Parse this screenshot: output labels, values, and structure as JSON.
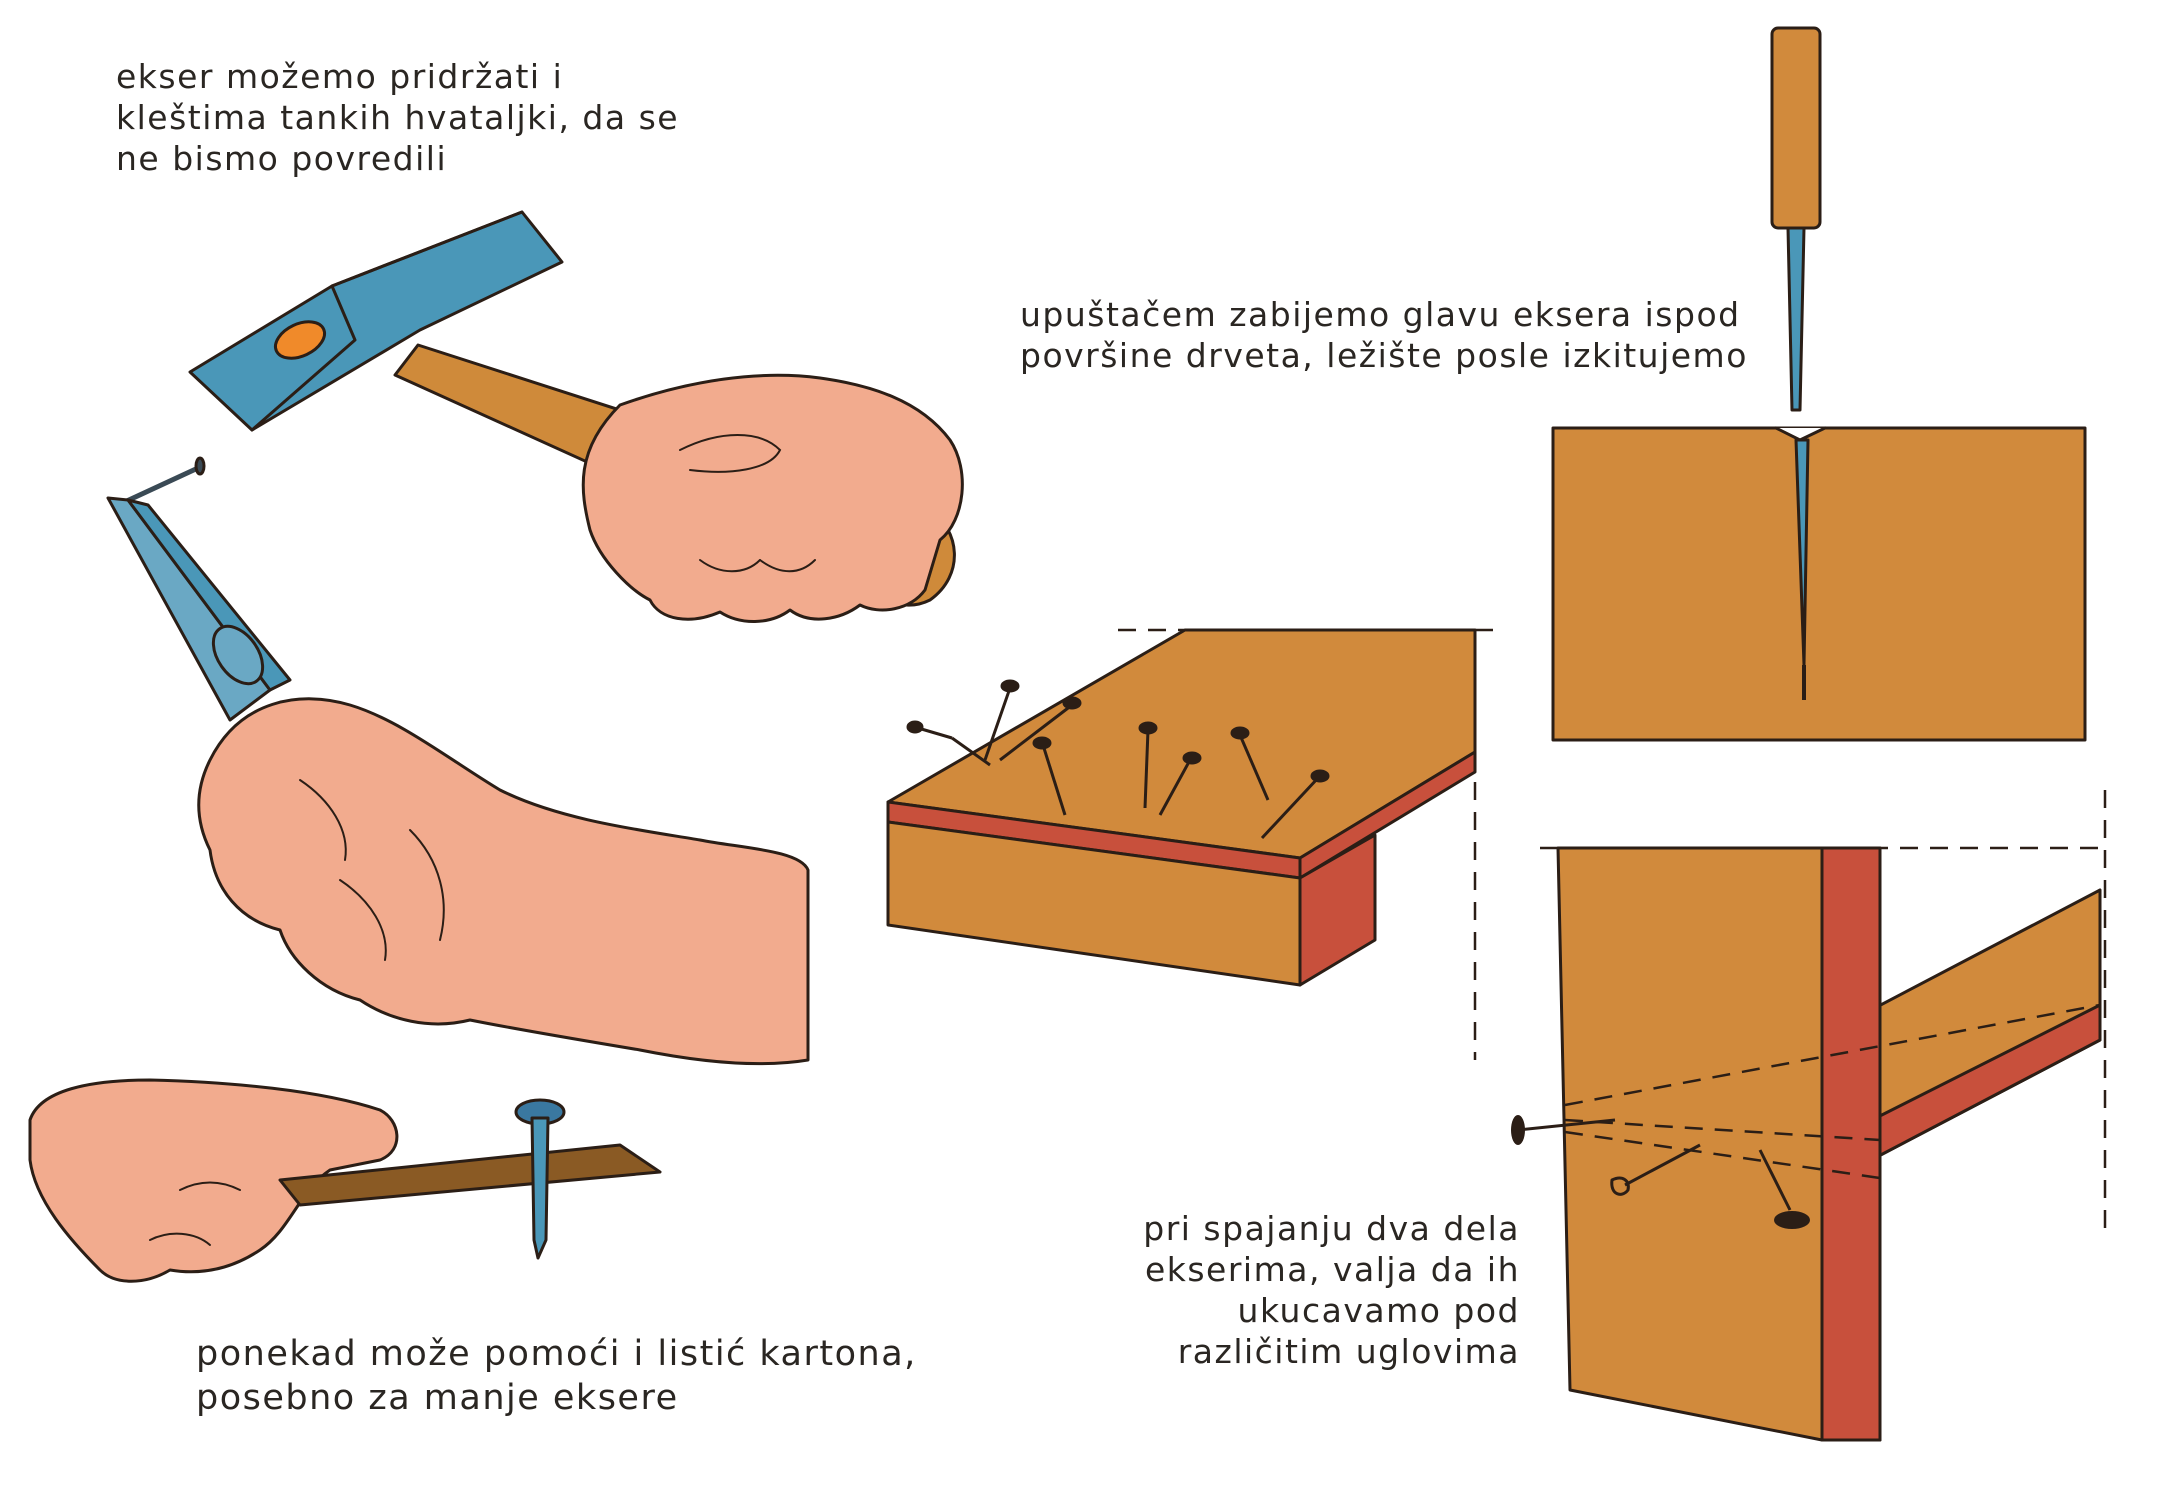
{
  "captions": {
    "pliers": {
      "lines": [
        "ekser možemo pridržati i",
        "kleštima tankih hvataljki, da se",
        "ne bismo povredili"
      ]
    },
    "punch": {
      "lines": [
        "upuštačem zabijemo glavu eksera ispod",
        "površine drveta, ležište posle izkitujemo"
      ]
    },
    "card": {
      "lines": [
        "ponekad može pomoći i listić kartona,",
        "posebno za manje eksere"
      ]
    },
    "angles": {
      "lines": [
        "pri spajanju dva dela",
        "ekserima, valja da ih",
        "ukucavamo pod",
        "različitim uglovima"
      ]
    }
  },
  "colors": {
    "skin": "#f2ab8e",
    "wood": "#d18a3c",
    "wood_edge": "#c8503c",
    "hammer_head": "#4a97b8",
    "handle": "#cf8a3a",
    "outline": "#2b1e16",
    "nail": "#3a4a55"
  }
}
